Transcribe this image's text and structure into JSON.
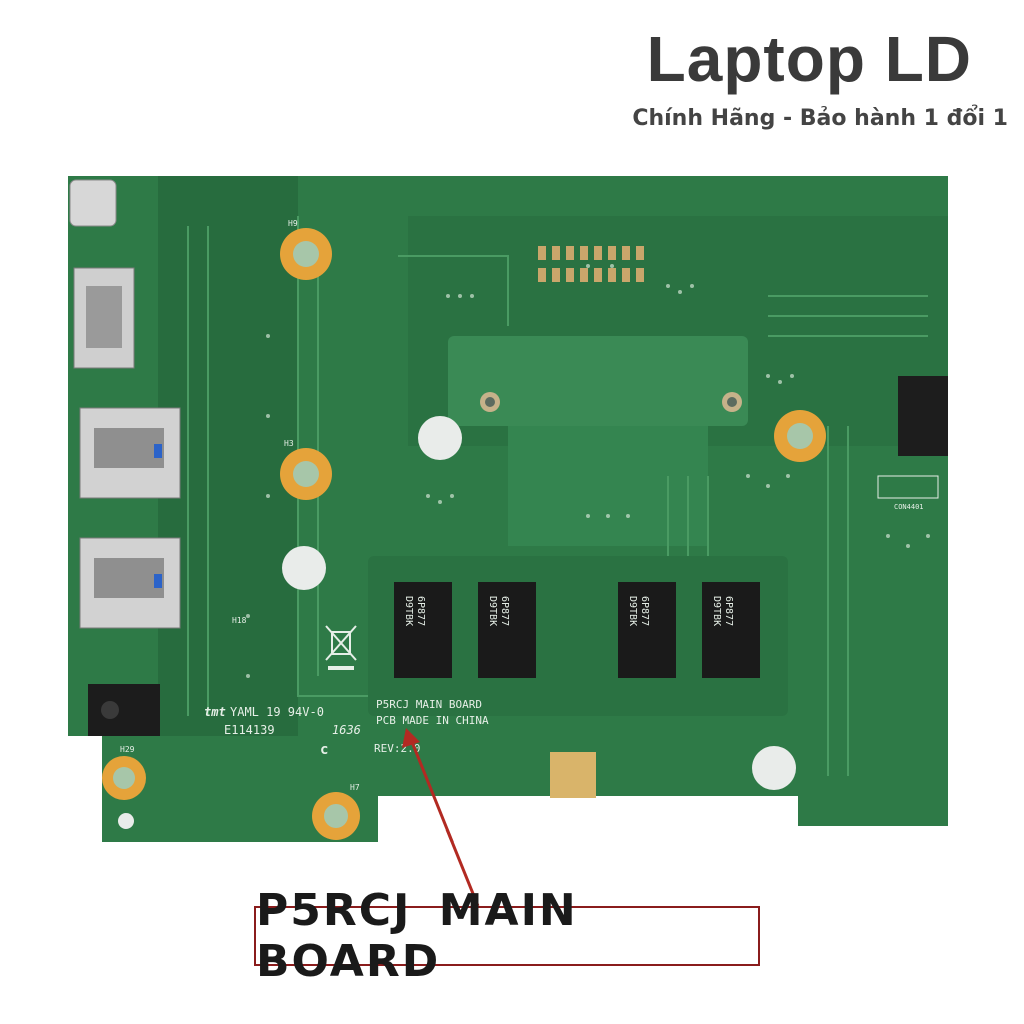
{
  "header": {
    "title": "Laptop LD",
    "subtitle": "Chính Hãng - Bảo hành 1 đổi 1"
  },
  "board": {
    "silkscreen_lines": [
      "P5RCJ MAIN BOARD",
      "PCB MADE IN CHINA",
      "REV:2.0"
    ],
    "cert_line1": "YAML 19 94V-0",
    "cert_line2": "E114139",
    "maker_mark": "tmt",
    "date_code": "1636",
    "connector_label": "CON4401",
    "hole_labels": [
      "H9",
      "H3",
      "H18",
      "H29",
      "H7"
    ],
    "chip_marking": [
      "6P877",
      "D9TBK"
    ],
    "chip_count": 4
  },
  "callout": {
    "label": "P5RCJ  MAIN  BOARD"
  },
  "colors": {
    "pcb_green": "#2e7a47",
    "pcb_dark": "#1f5a35",
    "pad_gold": "#e5a33a",
    "arrow_red": "#b22a22",
    "box_border": "#8a1c1c"
  }
}
